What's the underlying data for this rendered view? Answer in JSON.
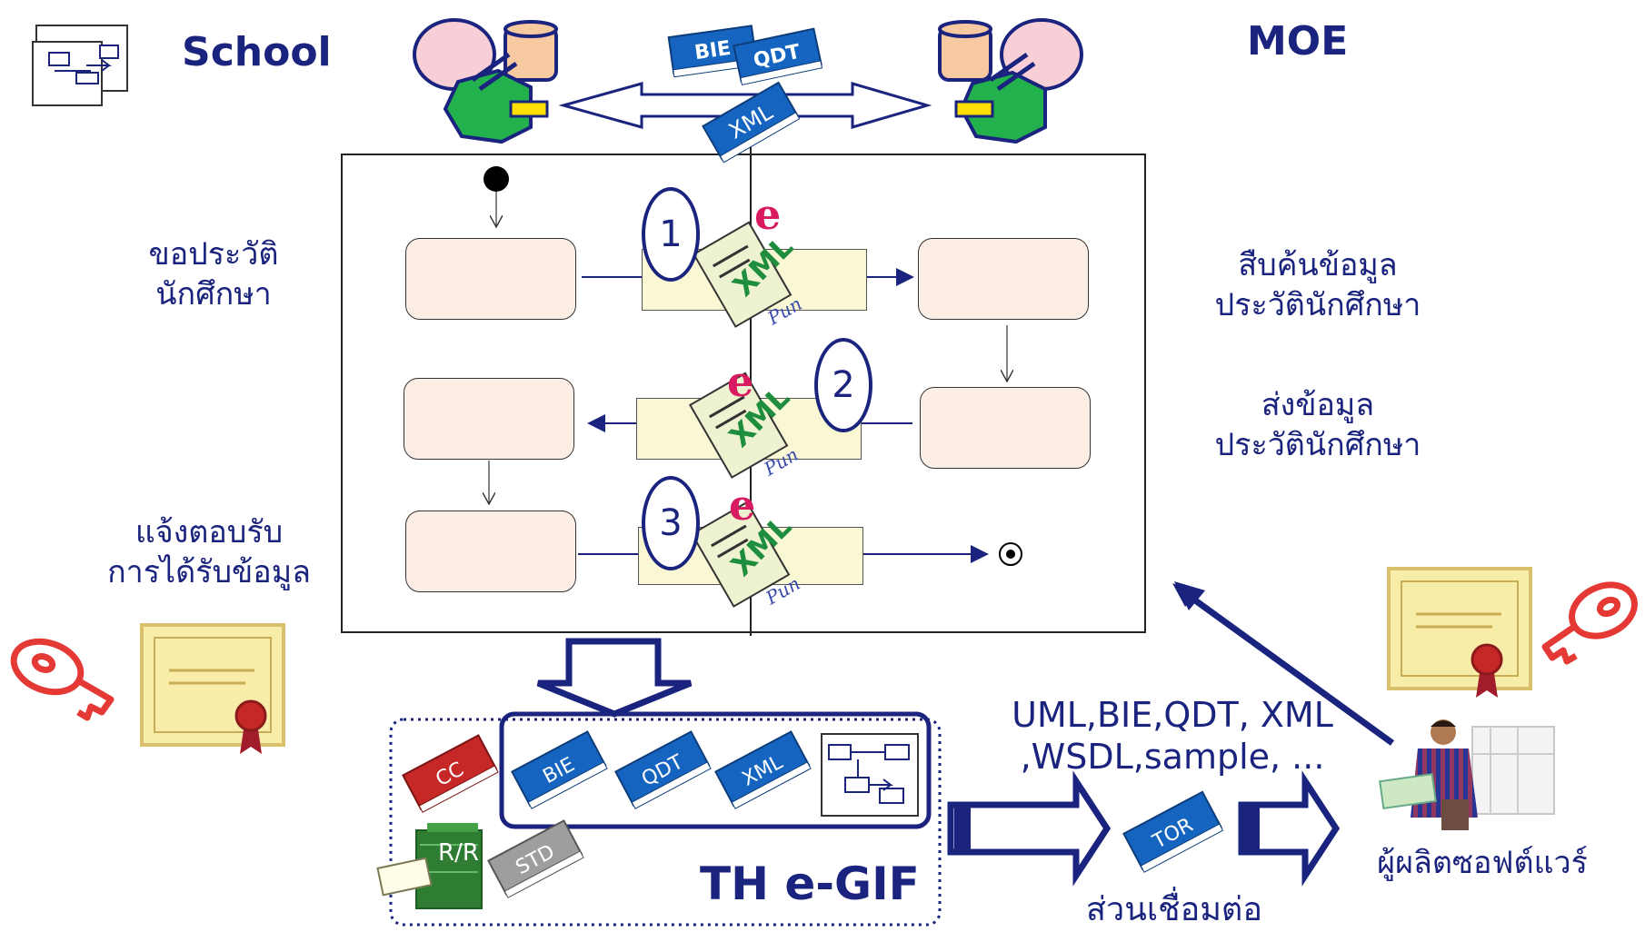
{
  "header": {
    "left_title": "School",
    "right_title": "MOE"
  },
  "top_books": {
    "b1": "BIE",
    "b2": "QDT",
    "center": "XML"
  },
  "left_labels": {
    "request": [
      "ขอประวัติ",
      "นักศึกษา"
    ],
    "ack": [
      "แจ้งตอบรับ",
      "การได้รับข้อมูล"
    ]
  },
  "right_labels": {
    "search": [
      "สืบค้นข้อมูล",
      "ประวัตินักศึกษา"
    ],
    "send": [
      "ส่งข้อมูล",
      "ประวัตินักศึกษา"
    ]
  },
  "steps": [
    "1",
    "2",
    "3"
  ],
  "doc_labels": {
    "xml": "XML",
    "e": "e",
    "sig": "Pun"
  },
  "repository": {
    "books": [
      "CC",
      "BIE",
      "QDT",
      "XML",
      "STD",
      "TOR"
    ],
    "server": "R/R",
    "title": "TH e-GIF"
  },
  "flow_text": [
    "UML,BIE,QDT, XML",
    ",WSDL,sample, ..."
  ],
  "interface_label": "ส่วนเชื่อมต่อ",
  "developer_label": "ผู้ผลิตซอฟต์แวร์",
  "colors": {
    "navy": "#1a237e",
    "box_fill": "#fdeee5",
    "book_blue": "#1565c0",
    "book_red": "#c62828",
    "key": "#e53935"
  }
}
